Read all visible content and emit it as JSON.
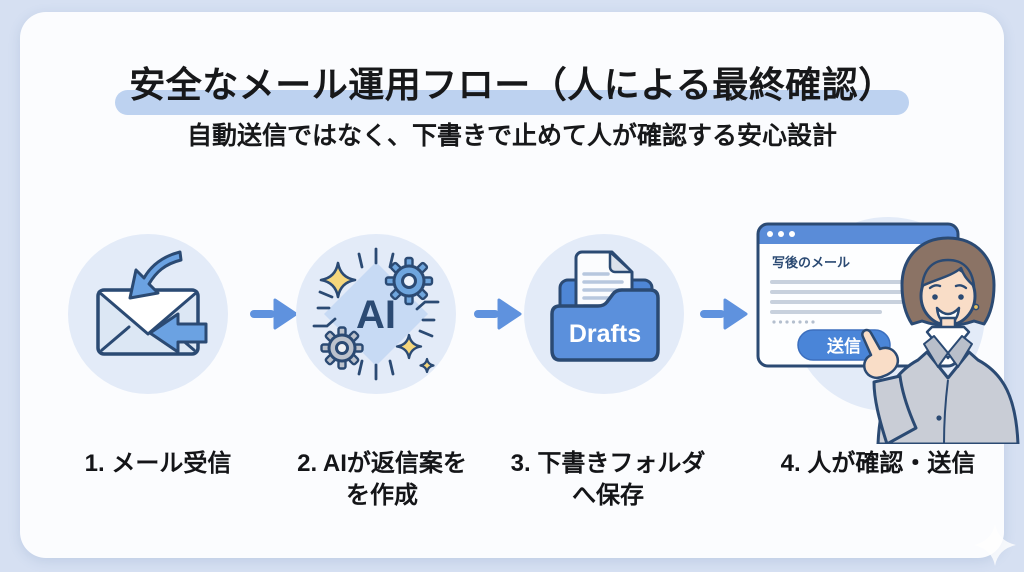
{
  "header": {
    "title": "安全なメール運用フロー（人による最終確認）",
    "subtitle": "自動送信ではなく、下書きで止めて人が確認する安心設計"
  },
  "flow": {
    "steps": [
      {
        "id": 1,
        "label": "1. メール受信",
        "icon": "incoming-mail-icon"
      },
      {
        "id": 2,
        "label": "2. AIが返信案を\nを作成",
        "icon": "ai-sparkles-gears-icon",
        "icon_text": "AI"
      },
      {
        "id": 3,
        "label": "3. 下書きフォルダ\nへ保存",
        "icon": "drafts-folder-icon",
        "icon_text": "Drafts"
      },
      {
        "id": 4,
        "label": "4. 人が確認・送信",
        "icon": "human-review-illustration"
      }
    ]
  },
  "mail_window": {
    "title": "写後のメール",
    "send_button": "送信"
  },
  "colors": {
    "page_bg": "#d6e0f2",
    "card_bg": "#fbfcfe",
    "step_circle_bg": "#e3ebf8",
    "title_highlight": "#bdd2f0",
    "outline_navy": "#2b4a73",
    "arrow_blue": "#5f92de",
    "folder_blue": "#5b90dc",
    "window_bar_blue": "#5a8cd8",
    "send_button_blue": "#4a85d8",
    "sparkle_yellow": "#f6d77c",
    "gear_blue": "#6fa6de",
    "gear_gray": "#bcc2cc"
  }
}
